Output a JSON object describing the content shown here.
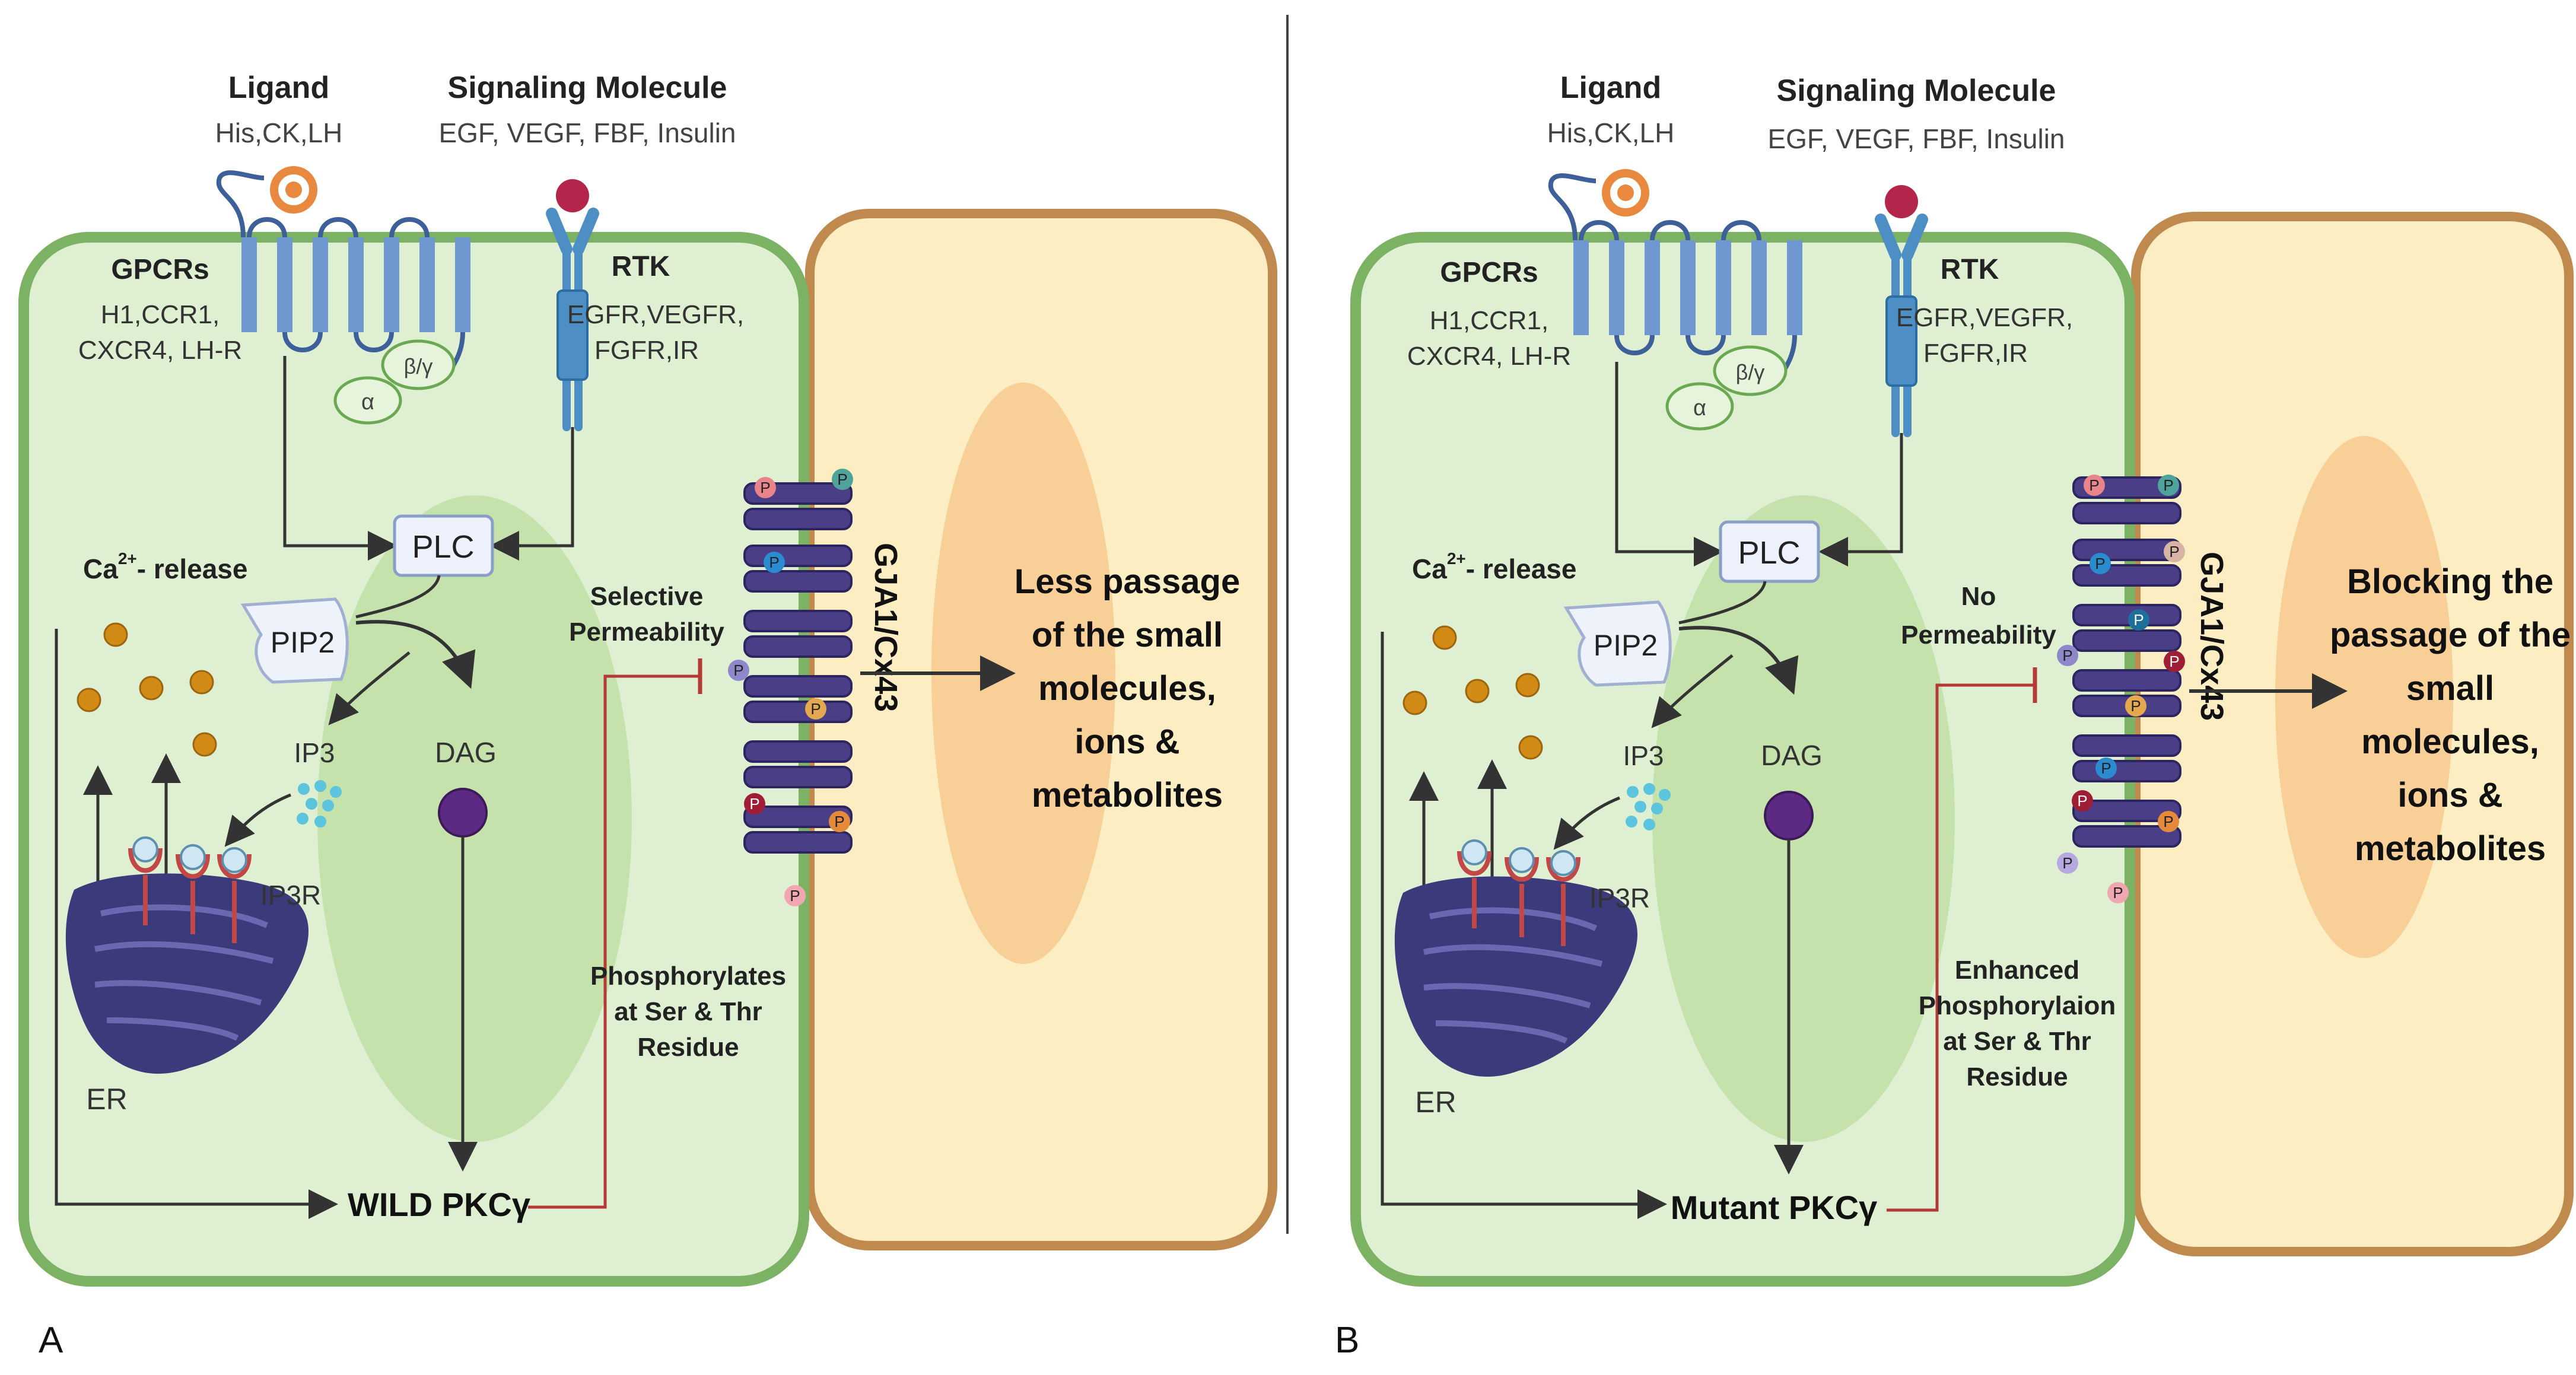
{
  "colors": {
    "cell_fill": "#dff0d2",
    "cell_stroke": "#7cb263",
    "nucleus": "#b9dc9d",
    "neighbor_fill": "#fdedc2",
    "neighbor_stroke": "#c08a4e",
    "neighbor_nucleus": "#f6c98f",
    "receptor": "#6f98d0",
    "receptor_dark": "#3d5f9a",
    "rtk": "#4d8fc4",
    "ligand": "#e98940",
    "signal": "#b3254a",
    "er": "#3b3a7a",
    "connexin": "#4a3f86",
    "ca": "#d28a16",
    "ip3": "#5cc4dc",
    "dag": "#5d2a83",
    "inhibit": "#b53a35",
    "arrow": "#333333",
    "plc_fill": "#edf1fb",
    "plc_stroke": "#8a9fc7"
  },
  "panels": [
    {
      "panel_label": "A",
      "ligand": "Ligand",
      "ligand_examples": "His,CK,LH",
      "signaling_molecule": "Signaling Molecule",
      "signaling_examples": "EGF, VEGF, FBF, Insulin",
      "gpcrs": "GPCRs",
      "gpcr_list": [
        "H1,CCR1,",
        "CXCR4, LH-R"
      ],
      "alpha": "α",
      "beta_gamma": "β/γ",
      "rtk": "RTK",
      "rtk_list": [
        "EGFR,VEGFR,",
        "FGFR,IR"
      ],
      "plc": "PLC",
      "pip2": "PIP2",
      "ca_prefix": "Ca",
      "ca_superscript": "2+",
      "ca_suffix": "- release",
      "ip3": "IP3",
      "dag": "DAG",
      "ip3r": "IP3R",
      "er": "ER",
      "permeability": [
        "Selective",
        "Permeability"
      ],
      "phosphorylation": [
        "Phosphorylates",
        "at  Ser & Thr",
        "Residue"
      ],
      "pkc": "WILD PKCγ",
      "gap_junction": "GJA1/Cx43",
      "phospho_mark": "P",
      "outcome": [
        "Less passage",
        "of the small",
        "molecules,",
        "ions &",
        "metabolites"
      ]
    },
    {
      "panel_label": "B",
      "ligand": "Ligand",
      "ligand_examples": "His,CK,LH",
      "signaling_molecule": "Signaling Molecule",
      "signaling_examples": "EGF, VEGF, FBF, Insulin",
      "gpcrs": "GPCRs",
      "gpcr_list": [
        "H1,CCR1,",
        "CXCR4, LH-R"
      ],
      "alpha": "α",
      "beta_gamma": "β/γ",
      "rtk": "RTK",
      "rtk_list": [
        "EGFR,VEGFR,",
        "FGFR,IR"
      ],
      "plc": "PLC",
      "pip2": "PIP2",
      "ca_prefix": "Ca",
      "ca_superscript": "2+",
      "ca_suffix": "- release",
      "ip3": "IP3",
      "dag": "DAG",
      "ip3r": "IP3R",
      "er": "ER",
      "permeability": [
        "No",
        "Permeability"
      ],
      "phosphorylation": [
        "Enhanced",
        "Phosphorylaion",
        "at  Ser & Thr",
        "Residue"
      ],
      "pkc": "Mutant PKCγ",
      "gap_junction": "GJA1/Cx43",
      "phospho_mark": "P",
      "outcome": [
        "Blocking the",
        "passage of the",
        "small",
        "molecules,",
        "ions &",
        "metabolites"
      ]
    }
  ]
}
